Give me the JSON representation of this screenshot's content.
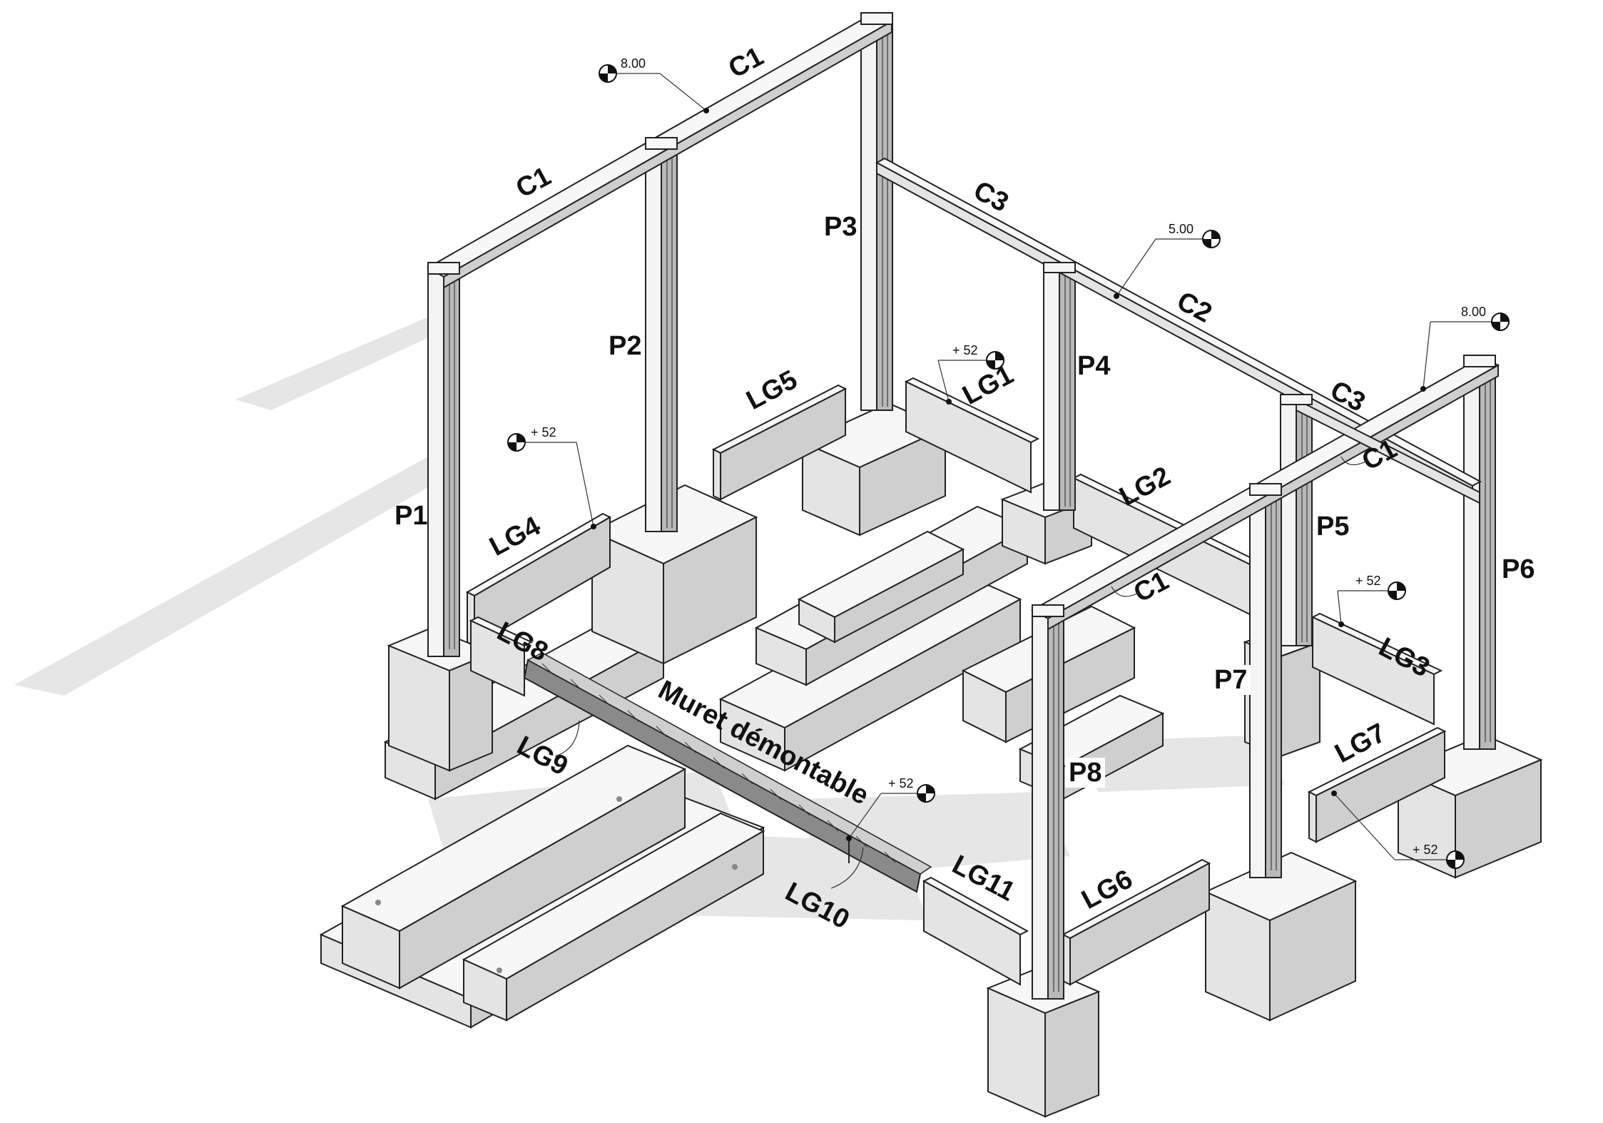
{
  "diagram": {
    "columns": [
      {
        "id": "P1",
        "label": "P1"
      },
      {
        "id": "P2",
        "label": "P2"
      },
      {
        "id": "P3",
        "label": "P3"
      },
      {
        "id": "P4",
        "label": "P4"
      },
      {
        "id": "P5",
        "label": "P5"
      },
      {
        "id": "P6",
        "label": "P6"
      },
      {
        "id": "P7",
        "label": "P7"
      },
      {
        "id": "P8",
        "label": "P8"
      }
    ],
    "beams": [
      {
        "id": "C1a",
        "label": "C1"
      },
      {
        "id": "C1b",
        "label": "C1"
      },
      {
        "id": "C3a",
        "label": "C3"
      },
      {
        "id": "C2",
        "label": "C2"
      },
      {
        "id": "C3b",
        "label": "C3"
      },
      {
        "id": "C1c",
        "label": "C1"
      },
      {
        "id": "C1d",
        "label": "C1"
      }
    ],
    "lintels": [
      {
        "id": "LG1",
        "label": "LG1"
      },
      {
        "id": "LG2",
        "label": "LG2"
      },
      {
        "id": "LG3",
        "label": "LG3"
      },
      {
        "id": "LG4",
        "label": "LG4"
      },
      {
        "id": "LG5",
        "label": "LG5"
      },
      {
        "id": "LG6",
        "label": "LG6"
      },
      {
        "id": "LG7",
        "label": "LG7"
      },
      {
        "id": "LG8",
        "label": "LG8"
      },
      {
        "id": "LG9",
        "label": "LG9"
      },
      {
        "id": "LG10",
        "label": "LG10"
      },
      {
        "id": "LG11",
        "label": "LG11"
      }
    ],
    "wall_label": "Muret démontable",
    "elevations": [
      {
        "id": "e1",
        "value": "8.00"
      },
      {
        "id": "e2",
        "value": "5.00"
      },
      {
        "id": "e3",
        "value": "8.00"
      },
      {
        "id": "e4",
        "value": "+ 52"
      },
      {
        "id": "e5",
        "value": "+ 52"
      },
      {
        "id": "e6",
        "value": "+ 52"
      },
      {
        "id": "e7",
        "value": "+ 52"
      },
      {
        "id": "e8",
        "value": "+ 52"
      }
    ],
    "colors": {
      "line": "#222222",
      "face_light": "#f7f7f7",
      "face_mid": "#e4e4e4",
      "face_dark": "#cfcfcf",
      "shadow": "#e6e6e6"
    }
  }
}
